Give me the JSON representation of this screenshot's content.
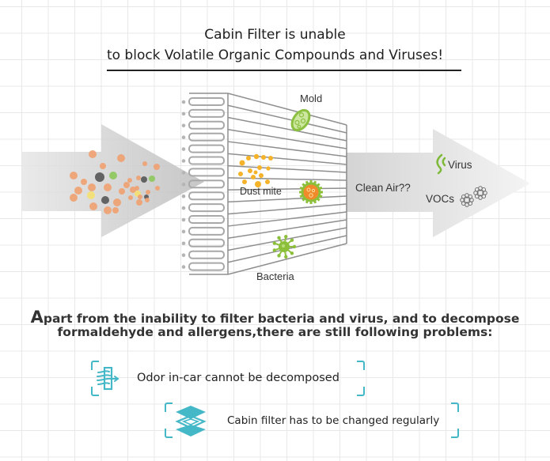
{
  "header": {
    "title_line1": "Cabin Filter is unable",
    "title_line2": "to block Volatile Organic Compounds and Viruses!"
  },
  "diagram": {
    "filter_labels": {
      "mold": "Mold",
      "dust_mite": "Dust mite",
      "bacteria": "Bacteria"
    },
    "output_labels": {
      "clean_air": "Clean Air??",
      "virus": "Virus",
      "vocs": "VOCs"
    },
    "icons": {
      "incoming_arrow": "arrow-right-icon",
      "filter": "filter-icon",
      "mold": "mold-icon",
      "dust_mite": "dust-mite-icon",
      "pollen": "pollen-icon",
      "bacteria": "bacteria-icon",
      "virus": "virus-icon",
      "vocs": "voc-molecule-icon",
      "outgoing_arrow": "arrow-right-icon"
    },
    "colors": {
      "arrow": "#c8c8c8",
      "filter_line": "#8f8f8f",
      "particle_orange": "#f0a070",
      "particle_dark": "#555555",
      "particle_green": "#8cc85a",
      "particle_yellow": "#f5e070",
      "dust_mite": "#f5b32a",
      "mold": "#8cc040",
      "bacteria": "#8cbf3a",
      "virus": "#7fb93a"
    }
  },
  "intro": {
    "lead_letter": "A",
    "line1_rest": "part from the inability to filter bacteria and virus, and to decompose",
    "line2": "formaldehyde and allergens,there are still following problems:"
  },
  "problems": [
    {
      "icon": "air-filter-flow-icon",
      "text": "Odor in-car cannot be decomposed"
    },
    {
      "icon": "layers-icon",
      "text": "Cabin filter has to be changed regularly"
    }
  ],
  "accent_color": "#45b8c8"
}
